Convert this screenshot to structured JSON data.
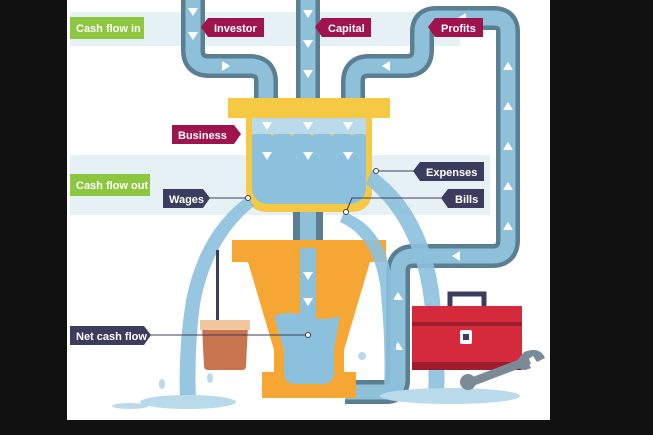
{
  "labels": {
    "cash_flow_in": "Cash flow in",
    "cash_flow_out": "Cash flow out",
    "investor": "Investor",
    "capital": "Capital",
    "profits": "Profits",
    "business": "Business",
    "expenses": "Expenses",
    "wages": "Wages",
    "bills": "Bills",
    "net_cash_flow": "Net cash flow"
  },
  "colors": {
    "frame_background": "#111111",
    "canvas": "#ffffff",
    "band": "#e6f1f6",
    "pipe_outer": "#5a7e92",
    "pipe_inner": "#8fc0da",
    "water": "#8cc1dd",
    "water_light": "#b9daea",
    "business_tank": "#f6c945",
    "net_tank": "#f5a633",
    "label_green": "#8dc63f",
    "label_crimson": "#a0144e",
    "label_navy": "#3c3d5e",
    "toolbox": "#d5293c",
    "toolbox_dark": "#9e1c2c",
    "pot": "#c8744f",
    "pot_band": "#f2c7a0",
    "spanner": "#7a8a96"
  },
  "icons": [
    "toolbox-icon",
    "spanner-icon",
    "flower-pot-icon",
    "arrow-icon"
  ]
}
